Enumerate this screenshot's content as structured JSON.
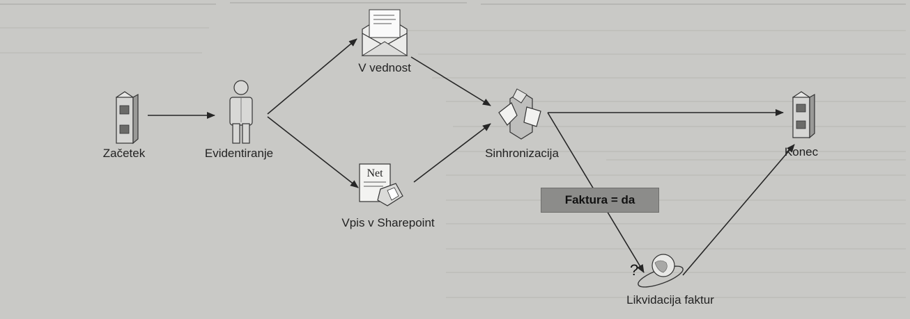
{
  "diagram": {
    "nodes": {
      "start": {
        "label": "Začetek",
        "icon": "building-icon"
      },
      "register": {
        "label": "Evidentiranje",
        "icon": "person-icon"
      },
      "inbox": {
        "label": "V vednost",
        "icon": "envelope-icon"
      },
      "sharepoint": {
        "label": "Vpis v Sharepoint",
        "icon": "net-document-icon"
      },
      "sync": {
        "label": "Sinhronizacija",
        "icon": "sync-arrows-icon"
      },
      "end": {
        "label": "Konec",
        "icon": "building-icon"
      },
      "liquidation": {
        "label": "Likvidacija faktur",
        "icon": "globe-icon"
      }
    },
    "condition": {
      "label": "Faktura = da"
    },
    "question_mark": "?",
    "edges": [
      [
        "start",
        "register"
      ],
      [
        "register",
        "inbox"
      ],
      [
        "register",
        "sharepoint"
      ],
      [
        "inbox",
        "sync"
      ],
      [
        "sharepoint",
        "sync"
      ],
      [
        "sync",
        "end"
      ],
      [
        "sync",
        "liquidation"
      ],
      [
        "liquidation",
        "end"
      ]
    ]
  },
  "colors": {
    "background": "#c9c9c6",
    "arrow": "#262626",
    "condition_fill": "#8c8c8a"
  }
}
